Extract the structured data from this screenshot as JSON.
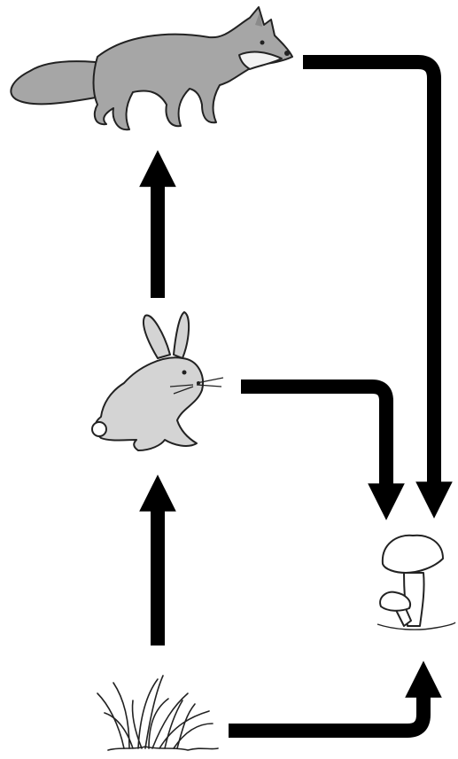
{
  "diagram": {
    "type": "food-web",
    "labels_shown": false,
    "nodes": [
      {
        "id": "fox",
        "icon": "fox-icon",
        "role": "secondary-consumer"
      },
      {
        "id": "rabbit",
        "icon": "rabbit-icon",
        "role": "primary-consumer"
      },
      {
        "id": "grass",
        "icon": "grass-icon",
        "role": "producer"
      },
      {
        "id": "mushrooms",
        "icon": "mushroom-icon",
        "role": "decomposer"
      }
    ],
    "edges": [
      {
        "from": "grass",
        "to": "rabbit"
      },
      {
        "from": "rabbit",
        "to": "fox"
      },
      {
        "from": "fox",
        "to": "mushrooms"
      },
      {
        "from": "rabbit",
        "to": "mushrooms"
      },
      {
        "from": "grass",
        "to": "mushrooms"
      }
    ],
    "colors": {
      "arrow": "#000000",
      "fox_fill": "#a6a6a6",
      "rabbit_fill": "#d4d4d4",
      "mushroom_fill": "#ffffff",
      "outline": "#222222"
    }
  }
}
